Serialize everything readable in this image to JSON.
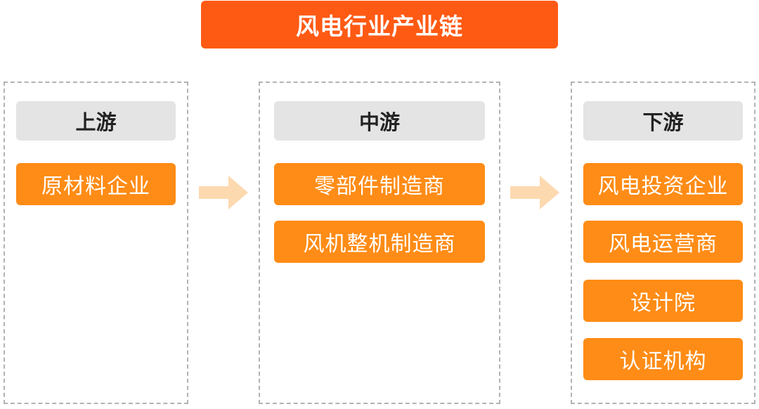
{
  "title": "风电行业产业链",
  "stages": [
    {
      "header": "上游",
      "items": [
        "原材料企业"
      ]
    },
    {
      "header": "中游",
      "items": [
        "零部件制造商",
        "风机整机制造商"
      ]
    },
    {
      "header": "下游",
      "items": [
        "风电投资企业",
        "风电运营商",
        "设计院",
        "认证机构"
      ]
    }
  ],
  "colors": {
    "title_bg": "#ff5a14",
    "item_bg": "#ff8c16",
    "header_bg": "#e4e4e4",
    "arrow": "#fdd9b0",
    "dashed_border": "#b3b3b3"
  },
  "icons": [
    "arrow-right-icon",
    "arrow-right-icon"
  ]
}
